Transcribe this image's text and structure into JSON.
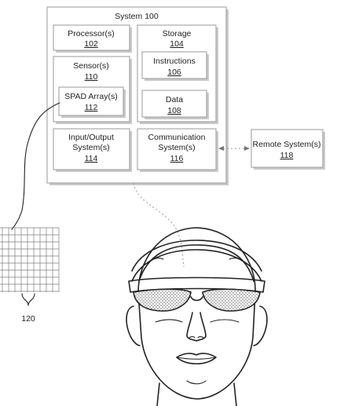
{
  "system": {
    "title": "System 100"
  },
  "processor": {
    "label": "Processor(s)",
    "num": "102"
  },
  "storage": {
    "label": "Storage",
    "num": "104"
  },
  "instructions": {
    "label": "Instructions",
    "num": "106"
  },
  "data": {
    "label": "Data",
    "num": "108"
  },
  "sensor": {
    "label": "Sensor(s)",
    "num": "110"
  },
  "spad": {
    "label": "SPAD Array(s)",
    "num": "112"
  },
  "io": {
    "line1": "Input/Output",
    "line2": "System(s)",
    "num": "114"
  },
  "comm": {
    "line1": "Communication",
    "line2": "System(s)",
    "num": "116"
  },
  "remote": {
    "label": "Remote System(s)",
    "num": "118"
  },
  "array_ref": "120"
}
